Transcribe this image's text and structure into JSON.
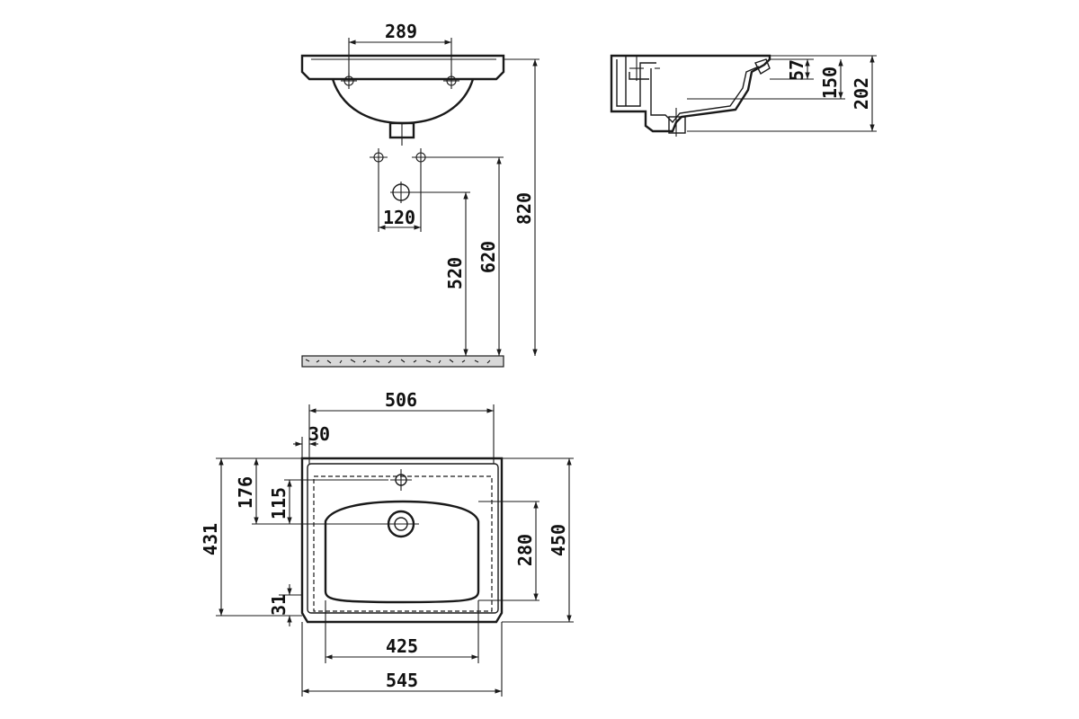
{
  "dimensions": {
    "front_tap_holes_spacing": "289",
    "front_total_height": "820",
    "front_upper_height": "620",
    "front_lower_height": "520",
    "front_hole_spacing": "120",
    "side_overflow": "57",
    "side_bowl_depth": "150",
    "side_total_height": "202",
    "top_inner_width": "506",
    "top_offset": "30",
    "top_tap_to_drain": "176",
    "top_drain_offset": "115",
    "top_inner_depth": "431",
    "top_front_offset": "31",
    "top_bowl_depth": "280",
    "top_total_depth": "450",
    "top_bowl_width": "425",
    "top_total_width": "545"
  },
  "colors": {
    "line": "#1a1a1a",
    "background": "#ffffff"
  }
}
